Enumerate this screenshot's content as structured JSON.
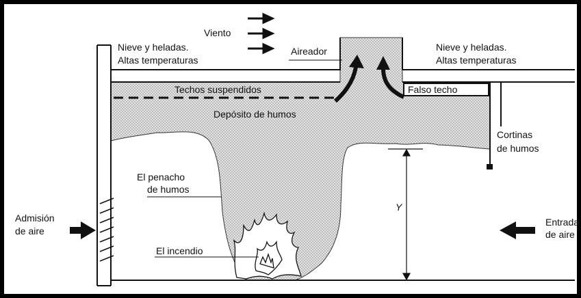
{
  "labels": {
    "viento": "Viento",
    "nieve_left_1": "Nieve y heladas.",
    "nieve_left_2": "Altas temperaturas",
    "aireador": "Aireador",
    "nieve_right_1": "Nieve y heladas.",
    "nieve_right_2": "Altas temperaturas",
    "techos_suspendidos": "Techos suspendidos",
    "falso_techo": "Falso techo",
    "deposito_humos": "Depósito de humos",
    "cortinas_1": "Cortinas",
    "cortinas_2": "de humos",
    "penacho_1": "El penacho",
    "penacho_2": "de humos",
    "admision_1": "Admisión",
    "admision_2": "de aire",
    "y_label": "Y",
    "incendio": "El incendio",
    "entrada_1": "Entrada",
    "entrada_2": "de aire"
  },
  "colors": {
    "smoke_fill": "#d2d2d2",
    "line": "#111111",
    "background": "#ffffff"
  }
}
